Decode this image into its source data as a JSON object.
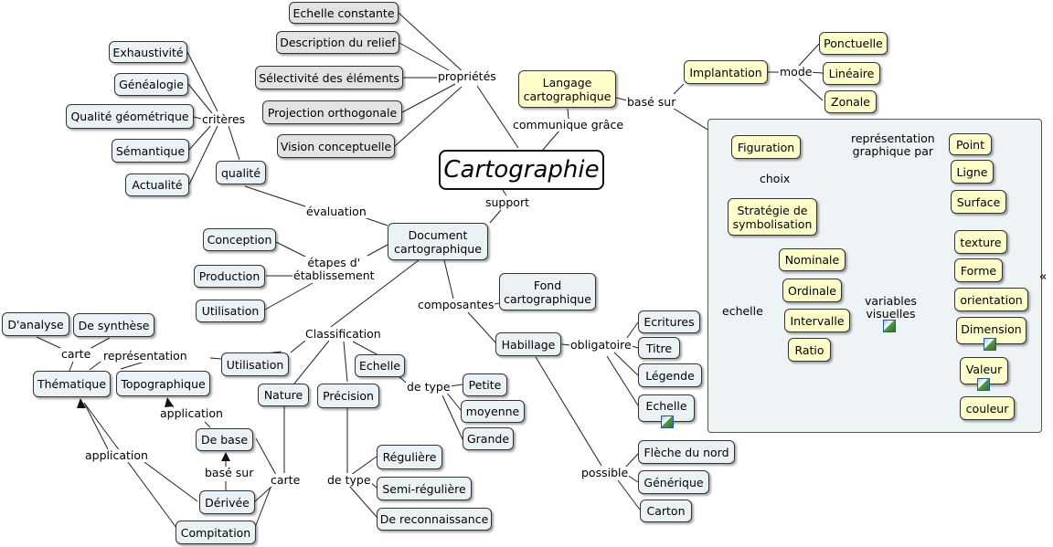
{
  "title": "Cartographie",
  "nodes": {
    "echelle_constante": "Echelle constante",
    "description_relief": "Description du relief",
    "selectivite": "Sélectivité des éléments",
    "projection": "Projection orthogonale",
    "vision": "Vision conceptuelle",
    "exhaustivite": "Exhaustivité",
    "genealogie": "Généalogie",
    "qualite_geo": "Qualité géométrique",
    "semantique": "Sémantique",
    "actualite": "Actualité",
    "qualite": "qualité",
    "langage": "Langage\ncartographique",
    "implantation": "Implantation",
    "ponctuelle": "Ponctuelle",
    "lineaire": "Linéaire",
    "zonale": "Zonale",
    "figuration": "Figuration",
    "point": "Point",
    "ligne": "Ligne",
    "surface": "Surface",
    "strategie": "Stratégie de\nsymbolisation",
    "nominale": "Nominale",
    "ordinale": "Ordinale",
    "intervalle": "Intervalle",
    "ratio": "Ratio",
    "texture": "texture",
    "forme": "Forme",
    "orientation": "orientation",
    "dimension": "Dimension",
    "valeur": "Valeur",
    "couleur": "couleur",
    "document": "Document\ncartographique",
    "conception": "Conception",
    "production": "Production",
    "utilisation_etape": "Utilisation",
    "fond": "Fond\ncartographique",
    "habillage": "Habillage",
    "ecritures": "Ecritures",
    "titre": "Titre",
    "legende": "Légende",
    "echelle_hab": "Echelle",
    "fleche": "Flèche du nord",
    "generique": "Générique",
    "carton": "Carton",
    "analyse": "D'analyse",
    "synthese": "De synthèse",
    "thematique": "Thématique",
    "topographique": "Topographique",
    "utilisation_class": "Utilisation",
    "nature": "Nature",
    "precision": "Précision",
    "echelle_class": "Echelle",
    "petite": "Petite",
    "moyenne": "moyenne",
    "grande": "Grande",
    "reguliere": "Régulière",
    "semi_reguliere": "Semi-régulière",
    "reconnaissance": "De reconnaissance",
    "de_base": "De base",
    "derivee": "Dérivée",
    "compitation": "Compitation"
  },
  "links": {
    "proprietes": "propriétés",
    "criteres": "critères",
    "communique": "communique grâce",
    "base_sur_top": "basé sur",
    "mode": "mode",
    "representation_graphique": "représentation\ngraphique par",
    "choix": "choix",
    "echelle_link": "echelle",
    "variables_visuelles": "variables\nvisuelles",
    "support": "support",
    "evaluation": "évaluation",
    "etapes": "étapes d'\nétablissement",
    "composantes": "composantes",
    "obligatoire": "obligatoire",
    "possible": "possible",
    "classification": "Classification",
    "carte_top": "carte",
    "representation": "représentation",
    "de_type_1": "de type",
    "de_type_2": "de type",
    "application_1": "application",
    "application_2": "application",
    "base_sur_bottom": "basé sur",
    "carte_bottom": "carte"
  },
  "icons": [
    "image-attachment-icon",
    "collapse-double-chevron-icon"
  ],
  "colors": {
    "concept": "#eaf2f5",
    "highlight": "#ffffcc",
    "property": "#e3e3e3",
    "panel": "#eef3f5"
  }
}
